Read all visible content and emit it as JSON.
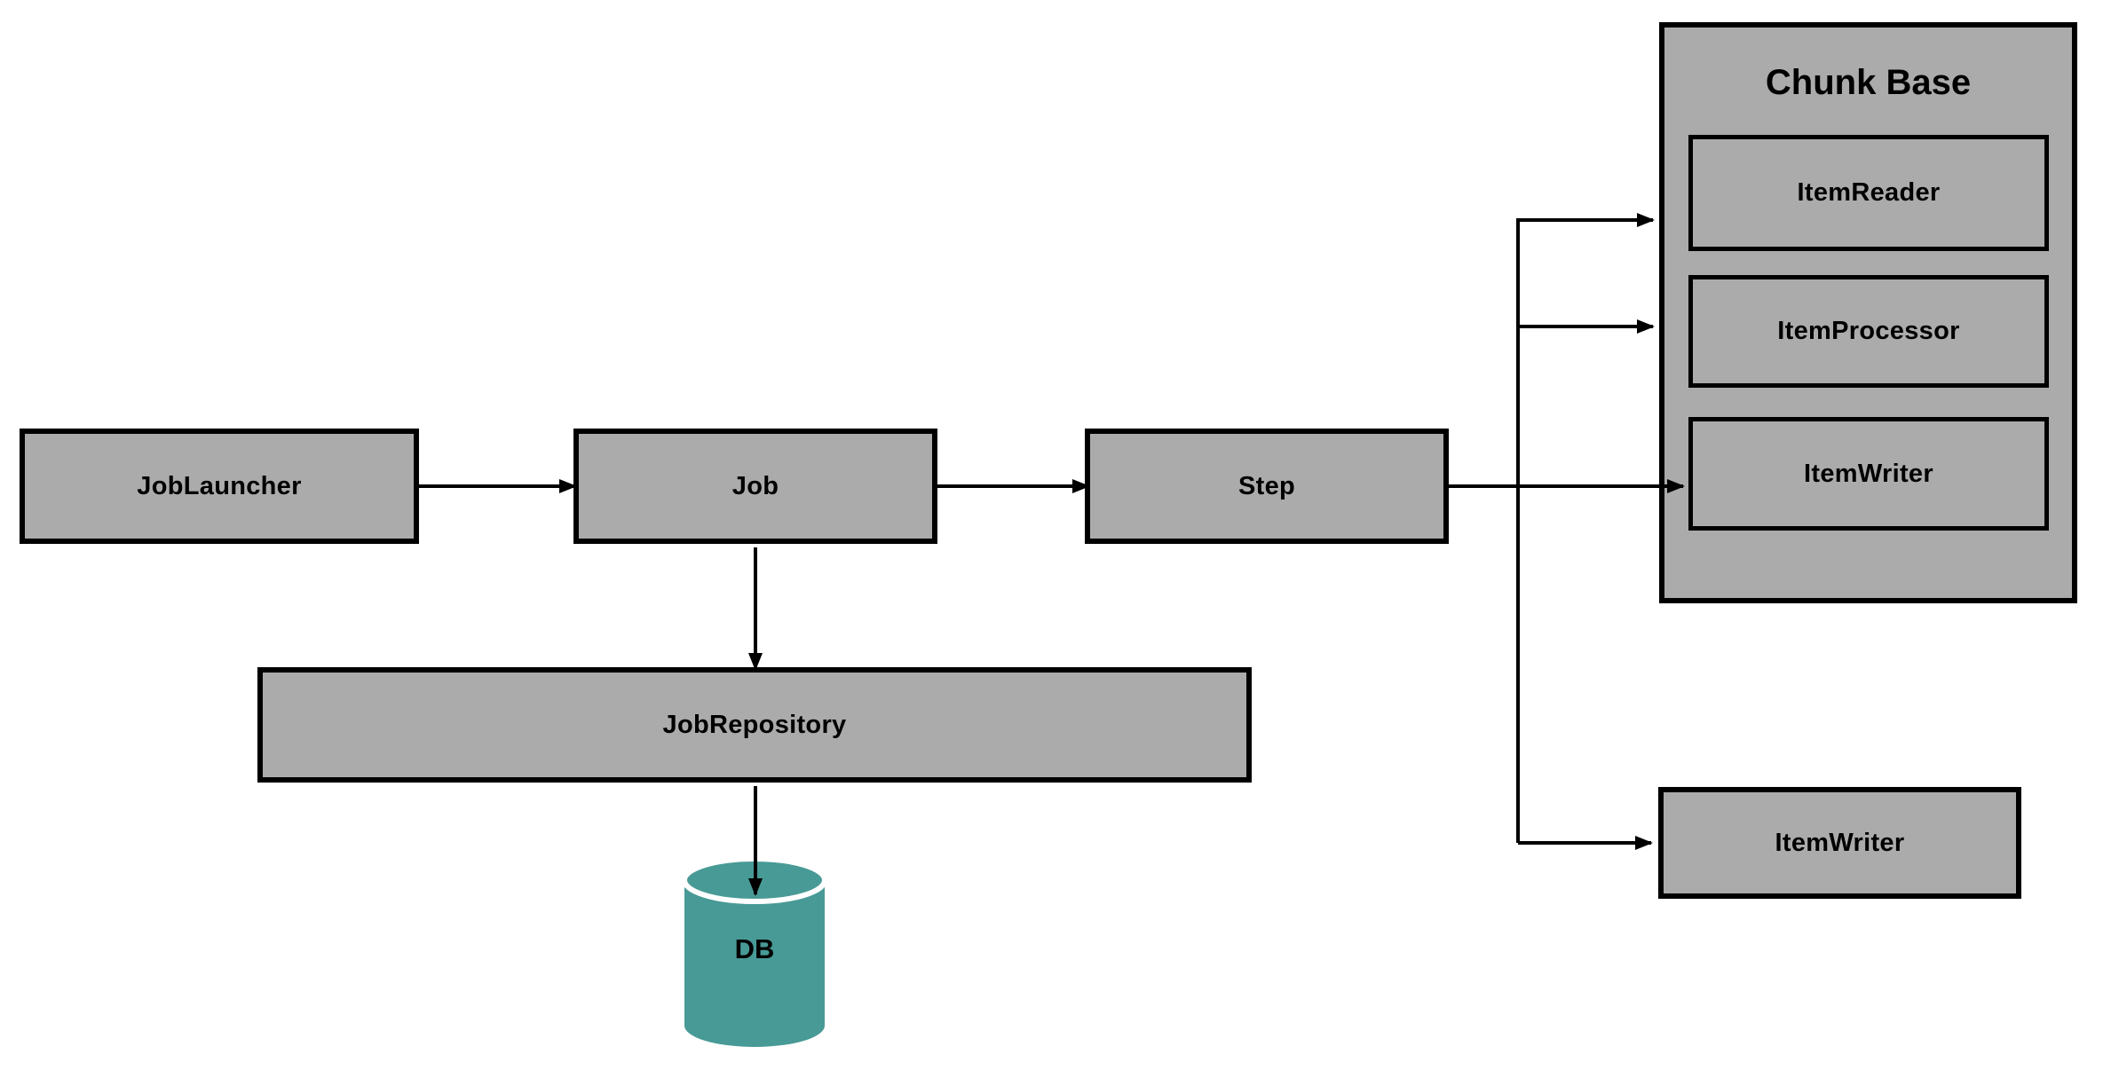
{
  "diagram": {
    "group": {
      "title": "Chunk Base"
    },
    "nodes": {
      "job_launcher": {
        "label": "JobLauncher"
      },
      "job": {
        "label": "Job"
      },
      "step": {
        "label": "Step"
      },
      "job_repository": {
        "label": "JobRepository"
      },
      "item_reader": {
        "label": "ItemReader"
      },
      "item_processor": {
        "label": "ItemProcessor"
      },
      "item_writer_chunk": {
        "label": "ItemWriter"
      },
      "item_writer_standalone": {
        "label": "ItemWriter"
      },
      "db": {
        "label": "DB"
      }
    },
    "edges": [
      {
        "from": "job_launcher",
        "to": "job"
      },
      {
        "from": "job",
        "to": "step"
      },
      {
        "from": "job",
        "to": "job_repository"
      },
      {
        "from": "job_repository",
        "to": "db"
      },
      {
        "from": "step",
        "to": "item_reader"
      },
      {
        "from": "step",
        "to": "item_processor"
      },
      {
        "from": "step",
        "to": "item_writer_chunk"
      },
      {
        "from": "step",
        "to": "item_writer_standalone"
      }
    ],
    "colors": {
      "node_fill": "#ABABAB",
      "node_border": "#000000",
      "connector": "#000000",
      "db_fill": "#489A96",
      "db_gap": "#FFFFFF",
      "background": "#FFFFFF"
    }
  }
}
